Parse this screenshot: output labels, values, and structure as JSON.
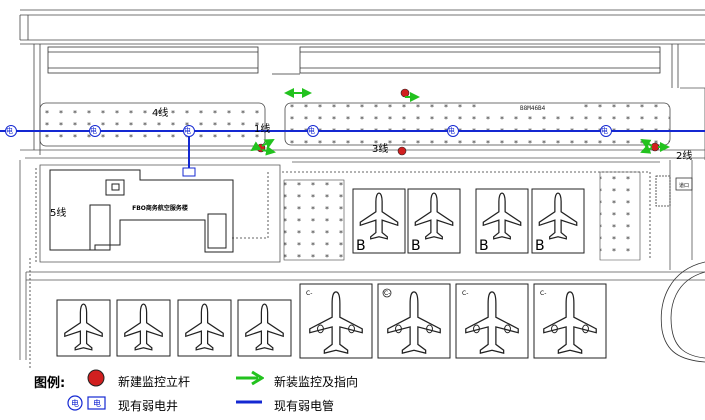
{
  "diagram": {
    "line_labels": {
      "l4": "4线",
      "l1": "1线",
      "l3": "3线",
      "l5": "5线",
      "l2": "2线"
    },
    "building_label": "FBO商务航空服务楼",
    "gate_label": "道口",
    "apron_label": "B8M46B4",
    "stand_marks": [
      "B",
      "B",
      "B",
      "B"
    ],
    "small_stand_marks": [
      "C-",
      "C-",
      "C-",
      "C-"
    ],
    "well_symbol": "电"
  },
  "legend": {
    "title": "图例:",
    "new_pole": "新建监控立杆",
    "new_camera": "新装监控及指向",
    "existing_well": "现有弱电井",
    "existing_pipe": "现有弱电管",
    "well_glyph": "电"
  },
  "colors": {
    "pipe": "#1428d2",
    "pole": "#d11f1f",
    "arrow": "#22c21e",
    "line": "#555555"
  }
}
